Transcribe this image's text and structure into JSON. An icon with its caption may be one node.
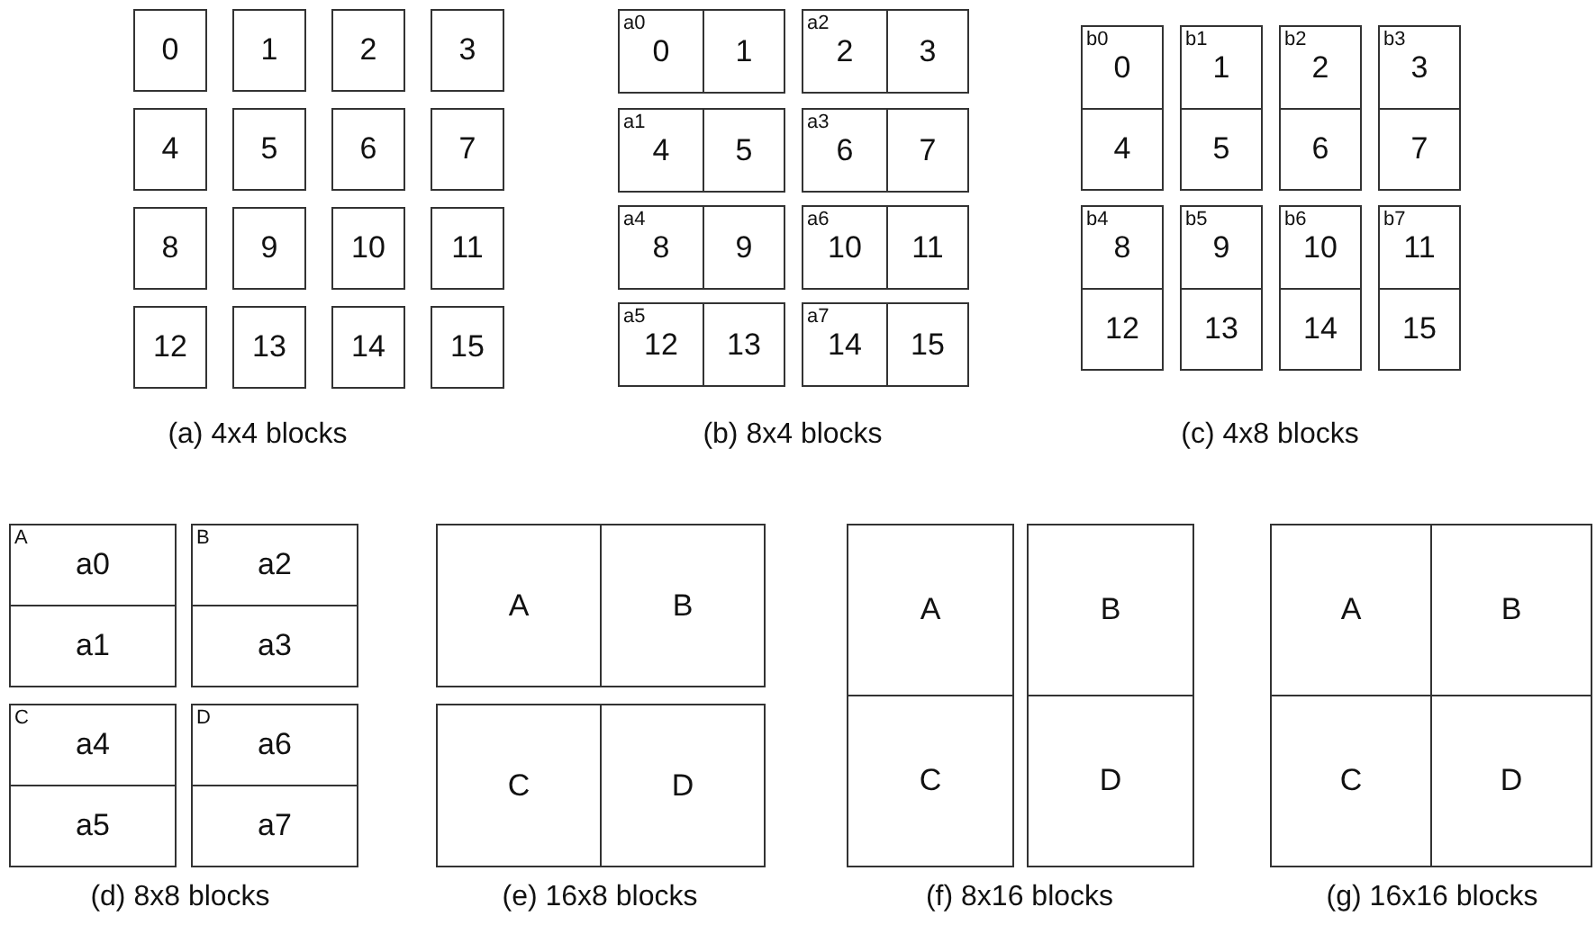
{
  "diagram": {
    "nodes": [
      {
        "text": [
          "0"
        ]
      },
      {
        "text": [
          "1"
        ]
      },
      {
        "text": [
          "2"
        ]
      },
      {
        "text": [
          "3"
        ]
      },
      {
        "text": [
          "4"
        ]
      },
      {
        "text": [
          "5"
        ]
      },
      {
        "text": [
          "6"
        ]
      },
      {
        "text": [
          "7"
        ]
      },
      {
        "text": [
          "8"
        ]
      },
      {
        "text": [
          "9"
        ]
      },
      {
        "text": [
          "10"
        ]
      },
      {
        "text": [
          "11"
        ]
      },
      {
        "text": [
          "12"
        ]
      },
      {
        "text": [
          "13"
        ]
      },
      {
        "text": [
          "14"
        ]
      },
      {
        "text": [
          "15"
        ]
      },
      {
        "text": [],
        "shape": "box"
      },
      {
        "text": [
          "a0",
          "0"
        ],
        "in": 16
      },
      {
        "text": [
          "1"
        ],
        "in": 16
      },
      {
        "text": [],
        "shape": "box"
      },
      {
        "text": [
          "a2",
          "2"
        ],
        "in": 19
      },
      {
        "text": [
          "3"
        ],
        "in": 19
      },
      {
        "text": [],
        "shape": "box"
      },
      {
        "text": [
          "a1",
          "4"
        ],
        "in": 22
      },
      {
        "text": [
          "5"
        ],
        "in": 22
      },
      {
        "text": [],
        "shape": "box"
      },
      {
        "text": [
          "a3",
          "6"
        ],
        "in": 25
      },
      {
        "text": [
          "7"
        ],
        "in": 25
      },
      {
        "text": [],
        "shape": "box"
      },
      {
        "text": [
          "a4",
          "8"
        ],
        "in": 28
      },
      {
        "text": [
          "9"
        ],
        "in": 28
      },
      {
        "text": [],
        "shape": "box"
      },
      {
        "text": [
          "a6",
          "10"
        ],
        "in": 31
      },
      {
        "text": [
          "11"
        ],
        "in": 31
      },
      {
        "text": [],
        "shape": "box"
      },
      {
        "text": [
          "a5",
          "12"
        ],
        "in": 34
      },
      {
        "text": [
          "13"
        ],
        "in": 34
      },
      {
        "text": [],
        "shape": "box"
      },
      {
        "text": [
          "a7",
          "14"
        ],
        "in": 37
      },
      {
        "text": [
          "15"
        ],
        "in": 37
      },
      {
        "text": [],
        "shape": "box"
      },
      {
        "text": [
          "b0",
          "0"
        ],
        "in": 40
      },
      {
        "text": [
          "4"
        ],
        "in": 40
      },
      {
        "text": [],
        "shape": "box"
      },
      {
        "text": [
          "b1",
          "1"
        ],
        "in": 43
      },
      {
        "text": [
          "5"
        ],
        "in": 43
      },
      {
        "text": [],
        "shape": "box"
      },
      {
        "text": [
          "b2",
          "2"
        ],
        "in": 46
      },
      {
        "text": [
          "6"
        ],
        "in": 46
      },
      {
        "text": [],
        "shape": "box"
      },
      {
        "text": [
          "b3",
          "3"
        ],
        "in": 49
      },
      {
        "text": [
          "7"
        ],
        "in": 49
      },
      {
        "text": [],
        "shape": "box"
      },
      {
        "text": [
          "b4",
          "8"
        ],
        "in": 52
      },
      {
        "text": [
          "12"
        ],
        "in": 52
      },
      {
        "text": [],
        "shape": "box"
      },
      {
        "text": [
          "b5",
          "9"
        ],
        "in": 55
      },
      {
        "text": [
          "13"
        ],
        "in": 55
      },
      {
        "text": [],
        "shape": "box"
      },
      {
        "text": [
          "b6",
          "10"
        ],
        "in": 58
      },
      {
        "text": [
          "14"
        ],
        "in": 58
      },
      {
        "text": [],
        "shape": "box"
      },
      {
        "text": [
          "b7",
          "11"
        ],
        "in": 61
      },
      {
        "text": [
          "15"
        ],
        "in": 61
      },
      {
        "text": [],
        "shape": "box"
      },
      {
        "text": [
          "A",
          "a0"
        ],
        "in": 64
      },
      {
        "text": [
          "a1"
        ],
        "in": 64
      },
      {
        "text": [],
        "shape": "box"
      },
      {
        "text": [
          "B",
          "a2"
        ],
        "in": 67
      },
      {
        "text": [
          "a3"
        ],
        "in": 67
      },
      {
        "text": [],
        "shape": "box"
      },
      {
        "text": [
          "C",
          "a4"
        ],
        "in": 70
      },
      {
        "text": [
          "a5"
        ],
        "in": 70
      },
      {
        "text": [],
        "shape": "box"
      },
      {
        "text": [
          "D",
          "a6"
        ],
        "in": 73
      },
      {
        "text": [
          "a7"
        ],
        "in": 73
      },
      {
        "text": [],
        "shape": "box"
      },
      {
        "text": [
          "A"
        ],
        "in": 76
      },
      {
        "text": [
          "B"
        ],
        "in": 76
      },
      {
        "text": [],
        "shape": "box"
      },
      {
        "text": [
          "C"
        ],
        "in": 79
      },
      {
        "text": [
          "D"
        ],
        "in": 79
      },
      {
        "text": [],
        "shape": "box"
      },
      {
        "text": [
          "A"
        ],
        "in": 82
      },
      {
        "text": [
          "C"
        ],
        "in": 82
      },
      {
        "text": [],
        "shape": "box"
      },
      {
        "text": [
          "B"
        ],
        "in": 85
      },
      {
        "text": [
          "D"
        ],
        "in": 85
      },
      {
        "text": [],
        "shape": "box"
      },
      {
        "text": [
          "A"
        ],
        "in": 88
      },
      {
        "text": [
          "B"
        ],
        "in": 88
      },
      {
        "text": [
          "C"
        ],
        "in": 88
      },
      {
        "text": [
          "D"
        ],
        "in": 88
      }
    ],
    "labels": [
      "(a) 4x4 blocks",
      "(b) 8x4 blocks",
      "(c) 4x8 blocks",
      "(d) 8x8 blocks",
      "(e) 16x8 blocks",
      "(f) 8x16 blocks",
      "(g) 16x16 blocks"
    ]
  }
}
